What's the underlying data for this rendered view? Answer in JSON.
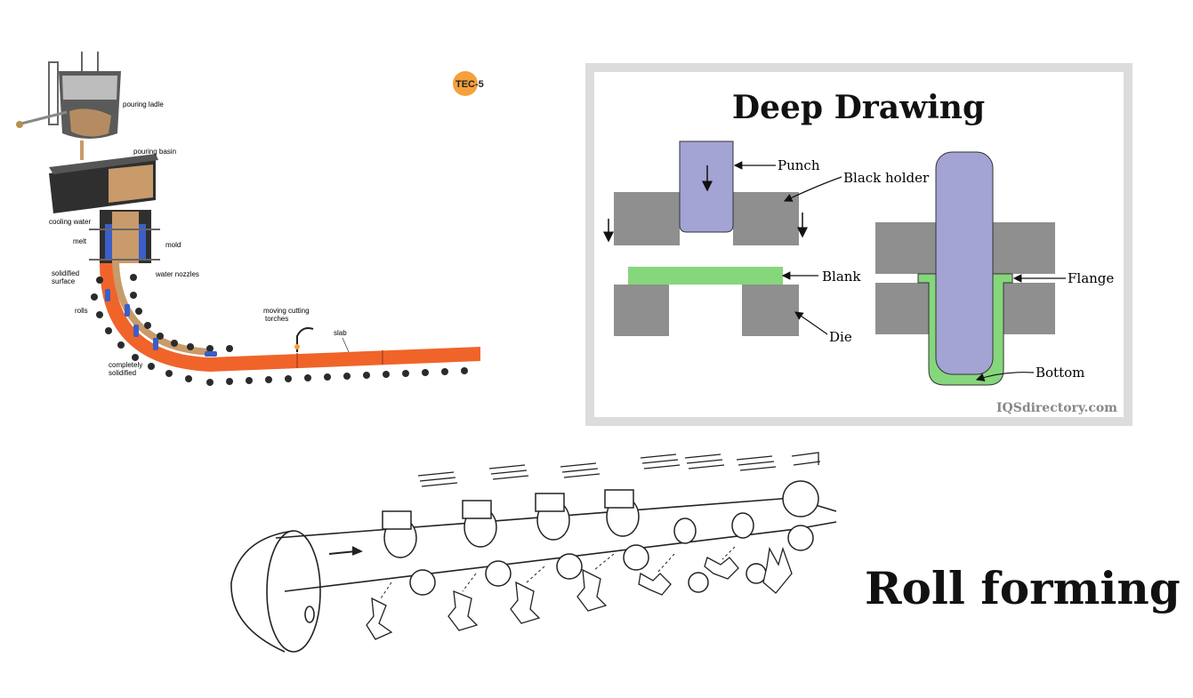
{
  "casting": {
    "logo_text": "TEC-5",
    "labels": {
      "pouring_ladle": "pouring ladle",
      "pouring_basin": "pouring basin",
      "cooling_water": "cooling water",
      "melt": "melt",
      "mold": "mold",
      "solidified_surface_1": "solidified",
      "solidified_surface_2": "surface",
      "water_nozzles": "water nozzles",
      "rolls": "rolls",
      "moving_cutting_torches_1": "moving cutting",
      "moving_cutting_torches_2": "torches",
      "slab": "slab",
      "completely_solidified_1": "completely",
      "completely_solidified_2": "solidified"
    },
    "colors": {
      "slab": "#f0642a",
      "melt": "#c99a6a",
      "nozzle": "#3a5fc8",
      "logo": "#f5a03a"
    }
  },
  "deep_drawing": {
    "title": "Deep Drawing",
    "labels": {
      "punch": "Punch",
      "black_holder": "Black holder",
      "blank": "Blank",
      "die": "Die",
      "flange": "Flange",
      "bottom": "Bottom"
    },
    "watermark": "IQSdirectory.com",
    "colors": {
      "punch": "#a3a3d4",
      "blank": "#86d67c",
      "block": "#8f8f8f",
      "frame": "#dcdcdc"
    }
  },
  "roll_forming": {
    "title": "Roll forming"
  }
}
